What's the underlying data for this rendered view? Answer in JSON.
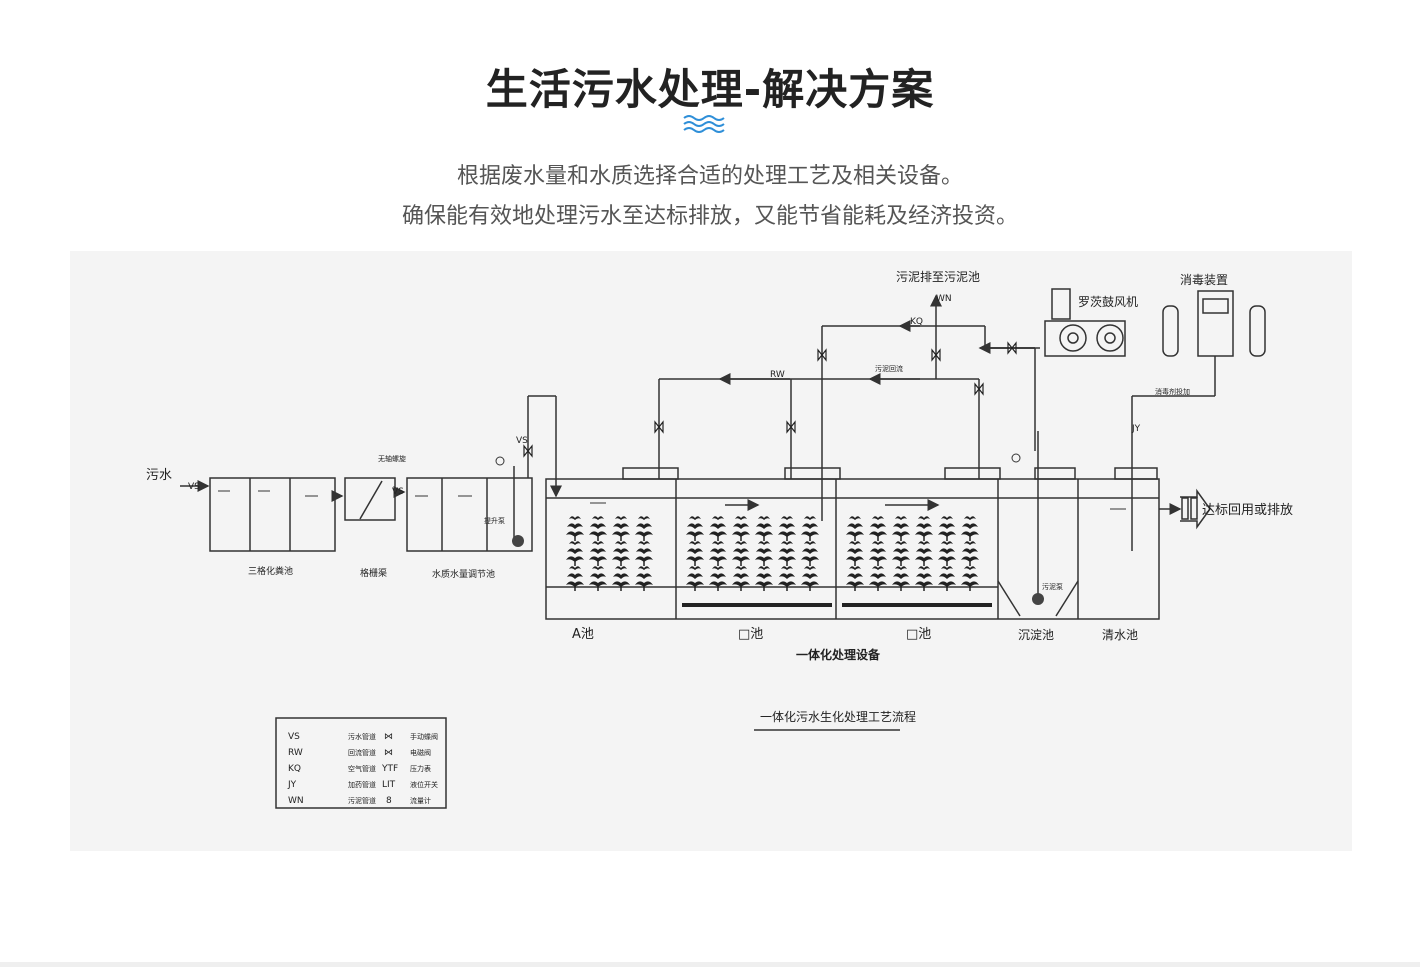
{
  "header": {
    "title": "生活污水处理-解决方案",
    "subtitle_line1": "根据废水量和水质选择合适的处理工艺及相关设备。",
    "subtitle_line2": "确保能有效地处理污水至达标排放，又能节省能耗及经济投资。"
  },
  "diagram": {
    "inflow_label": "污水",
    "outflow_label": "达标回用或排放",
    "top_sludge_label": "污泥排至污泥池",
    "blower_label": "罗茨鼓风机",
    "disinfect_label": "消毒装置",
    "sludge_return_label": "污泥回流",
    "disinfect_dosing_label": "消毒剂投加",
    "grid_equipment_label": "无轴螺旋",
    "lift_pump_label": "提升泵",
    "sludge_pump_label": "污泥泵",
    "unit_septic": "三格化粪池",
    "unit_grid": "格栅渠",
    "unit_adjust": "水质水量调节池",
    "unit_a_tank": "A池",
    "unit_o_tank1": "□池",
    "unit_o_tank2": "□池",
    "unit_settle": "沉淀池",
    "unit_clear": "清水池",
    "equipment_label": "一体化处理设备",
    "caption": "一体化污水生化处理工艺流程",
    "pipe_codes": {
      "vs": "VS",
      "rw": "RW",
      "kq": "KQ",
      "jy": "JY",
      "wn": "WN"
    },
    "legend": [
      {
        "code": "VS",
        "desc": "污水管道",
        "sym": "⋈",
        "sym_desc": "手动蝶阀"
      },
      {
        "code": "RW",
        "desc": "回流管道",
        "sym": "⋈",
        "sym_desc": "电磁阀"
      },
      {
        "code": "KQ",
        "desc": "空气管道",
        "sym": "YTF",
        "sym_desc": "压力表"
      },
      {
        "code": "JY",
        "desc": "加药管道",
        "sym": "LIT",
        "sym_desc": "液位开关"
      },
      {
        "code": "WN",
        "desc": "污泥管道",
        "sym": "8",
        "sym_desc": "流量计"
      }
    ]
  },
  "colors": {
    "title": "#222222",
    "subtitle": "#555555",
    "accent_wave": "#2f8fd8",
    "diagram_bg": "#f4f4f4",
    "line": "#333333"
  }
}
